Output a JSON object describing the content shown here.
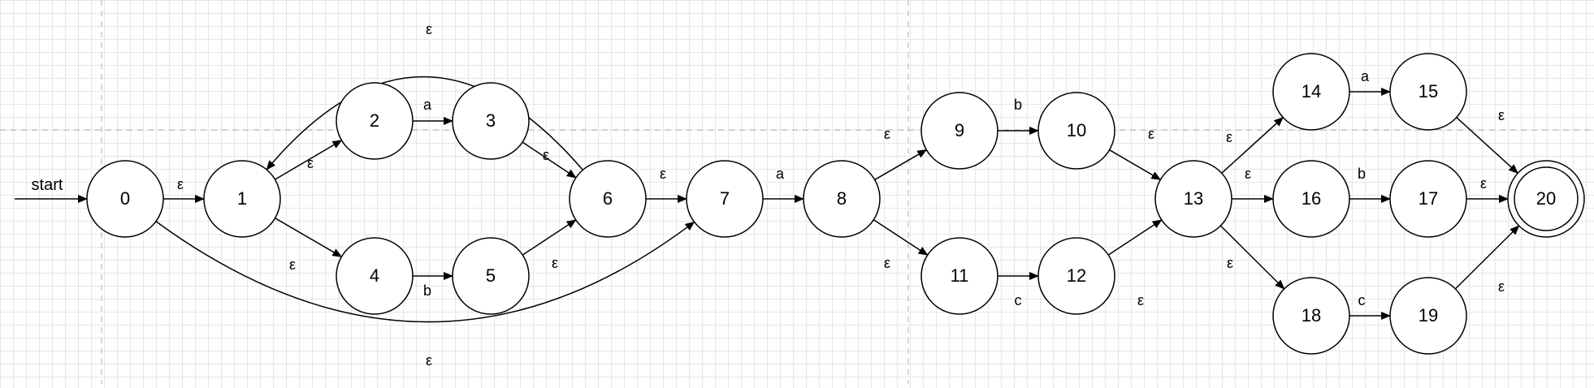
{
  "diagram": {
    "start_label": "start",
    "states": [
      {
        "id": "0",
        "label": "0"
      },
      {
        "id": "1",
        "label": "1"
      },
      {
        "id": "2",
        "label": "2"
      },
      {
        "id": "3",
        "label": "3"
      },
      {
        "id": "4",
        "label": "4"
      },
      {
        "id": "5",
        "label": "5"
      },
      {
        "id": "6",
        "label": "6"
      },
      {
        "id": "7",
        "label": "7"
      },
      {
        "id": "8",
        "label": "8"
      },
      {
        "id": "9",
        "label": "9"
      },
      {
        "id": "10",
        "label": "10"
      },
      {
        "id": "11",
        "label": "11"
      },
      {
        "id": "12",
        "label": "12"
      },
      {
        "id": "13",
        "label": "13"
      },
      {
        "id": "14",
        "label": "14"
      },
      {
        "id": "15",
        "label": "15"
      },
      {
        "id": "16",
        "label": "16"
      },
      {
        "id": "17",
        "label": "17"
      },
      {
        "id": "18",
        "label": "18"
      },
      {
        "id": "19",
        "label": "19"
      },
      {
        "id": "20",
        "label": "20",
        "accepting": true
      }
    ],
    "transitions": [
      {
        "from": "0",
        "to": "1",
        "label": "ε"
      },
      {
        "from": "1",
        "to": "2",
        "label": "ε"
      },
      {
        "from": "2",
        "to": "3",
        "label": "a"
      },
      {
        "from": "3",
        "to": "6",
        "label": "ε"
      },
      {
        "from": "1",
        "to": "4",
        "label": "ε"
      },
      {
        "from": "4",
        "to": "5",
        "label": "b"
      },
      {
        "from": "5",
        "to": "6",
        "label": "ε"
      },
      {
        "from": "6",
        "to": "1",
        "label": "ε"
      },
      {
        "from": "0",
        "to": "7",
        "label": "ε"
      },
      {
        "from": "6",
        "to": "7",
        "label": "ε"
      },
      {
        "from": "7",
        "to": "8",
        "label": "a"
      },
      {
        "from": "8",
        "to": "9",
        "label": "ε"
      },
      {
        "from": "9",
        "to": "10",
        "label": "b"
      },
      {
        "from": "10",
        "to": "13",
        "label": "ε"
      },
      {
        "from": "8",
        "to": "11",
        "label": "ε"
      },
      {
        "from": "11",
        "to": "12",
        "label": "c"
      },
      {
        "from": "12",
        "to": "13",
        "label": "ε"
      },
      {
        "from": "13",
        "to": "14",
        "label": "ε"
      },
      {
        "from": "14",
        "to": "15",
        "label": "a"
      },
      {
        "from": "15",
        "to": "20",
        "label": "ε"
      },
      {
        "from": "13",
        "to": "16",
        "label": "ε"
      },
      {
        "from": "16",
        "to": "17",
        "label": "b"
      },
      {
        "from": "17",
        "to": "20",
        "label": "ε"
      },
      {
        "from": "13",
        "to": "18",
        "label": "ε"
      },
      {
        "from": "18",
        "to": "19",
        "label": "c"
      },
      {
        "from": "19",
        "to": "20",
        "label": "ε"
      }
    ]
  }
}
